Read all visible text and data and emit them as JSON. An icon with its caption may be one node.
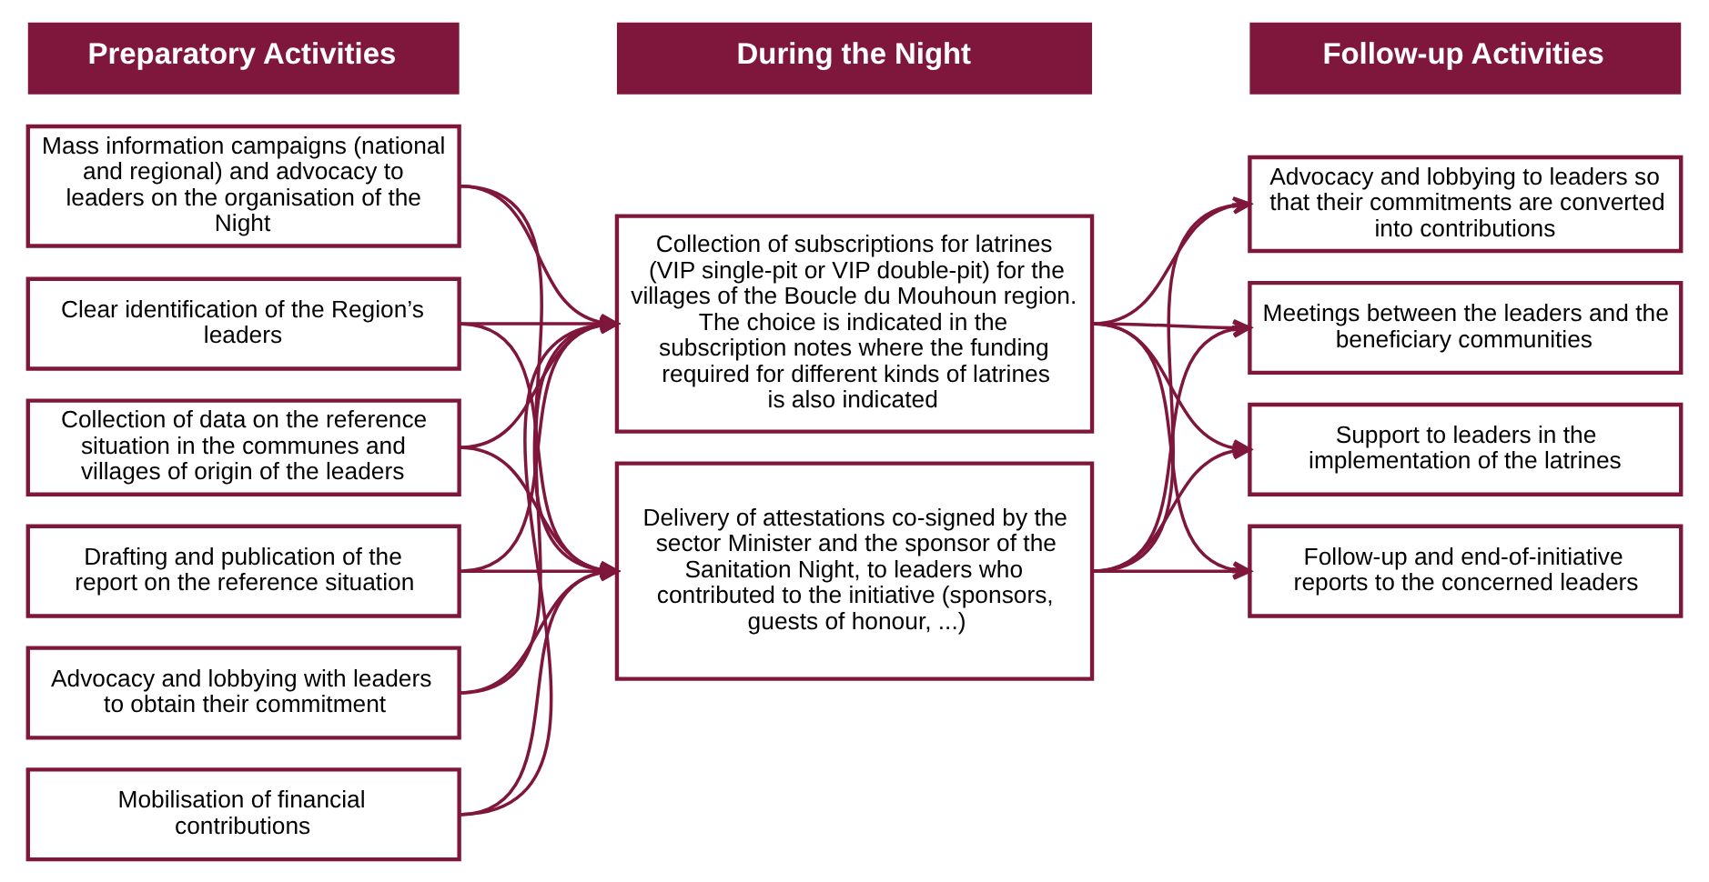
{
  "diagram": {
    "nodes": [
      {
        "text": [
          "Preparatory Activities"
        ]
      },
      {
        "text": [
          "During the Night"
        ]
      },
      {
        "text": [
          "Follow-up Activities"
        ]
      },
      {
        "text": [
          "Mass information campaigns (national and regional) and advocacy to leaders on the organisation of the Night"
        ]
      },
      {
        "text": [
          "Clear identification of the Region’s leaders"
        ]
      },
      {
        "text": [
          "Collection of data on the reference situation in the communes and villages of origin of the leaders"
        ]
      },
      {
        "text": [
          "Drafting and publication of the report on the reference situation"
        ]
      },
      {
        "text": [
          "Advocacy and lobbying with leaders to obtain their commitment"
        ]
      },
      {
        "text": [
          "Mobilisation of financial contributions"
        ]
      },
      {
        "text": [
          "Collection of subscriptions for latrines (VIP single-pit or VIP double-pit) for the villages of the Boucle du Mouhoun region. The choice is indicated in the subscription notes where the funding required for different kinds of latrines is also indicated"
        ]
      },
      {
        "text": [
          "Delivery of attestations co-signed by the sector Minister and the sponsor of the Sanitation Night, to leaders who contributed to the initiative (sponsors, guests of honour, ...)"
        ]
      },
      {
        "text": [
          "Advocacy and lobbying to leaders so that their commitments are converted into contributions"
        ]
      },
      {
        "text": [
          "Meetings between the leaders and the beneficiary communities"
        ]
      },
      {
        "text": [
          "Support to leaders in the implementation of the latrines"
        ]
      },
      {
        "text": [
          "Follow-up and end-of-initiative reports to the concerned leaders"
        ]
      }
    ],
    "edges": [
      {
        "from": 3,
        "to": 9,
        "arrow": "to"
      },
      {
        "from": 3,
        "to": 10,
        "arrow": "to"
      },
      {
        "from": 4,
        "to": 9,
        "arrow": "to"
      },
      {
        "from": 4,
        "to": 10,
        "arrow": "to"
      },
      {
        "from": 5,
        "to": 9,
        "arrow": "to"
      },
      {
        "from": 5,
        "to": 10,
        "arrow": "to"
      },
      {
        "from": 6,
        "to": 9,
        "arrow": "to"
      },
      {
        "from": 6,
        "to": 10,
        "arrow": "to"
      },
      {
        "from": 7,
        "to": 9,
        "arrow": "to"
      },
      {
        "from": 7,
        "to": 10,
        "arrow": "to"
      },
      {
        "from": 8,
        "to": 9,
        "arrow": "to"
      },
      {
        "from": 8,
        "to": 10,
        "arrow": "to"
      },
      {
        "from": 9,
        "to": 11,
        "arrow": "to"
      },
      {
        "from": 9,
        "to": 12,
        "arrow": "to"
      },
      {
        "from": 9,
        "to": 13,
        "arrow": "to"
      },
      {
        "from": 9,
        "to": 14,
        "arrow": "to"
      },
      {
        "from": 10,
        "to": 11,
        "arrow": "to"
      },
      {
        "from": 10,
        "to": 12,
        "arrow": "to"
      },
      {
        "from": 10,
        "to": 13,
        "arrow": "to"
      },
      {
        "from": 10,
        "to": 14,
        "arrow": "to"
      }
    ]
  }
}
